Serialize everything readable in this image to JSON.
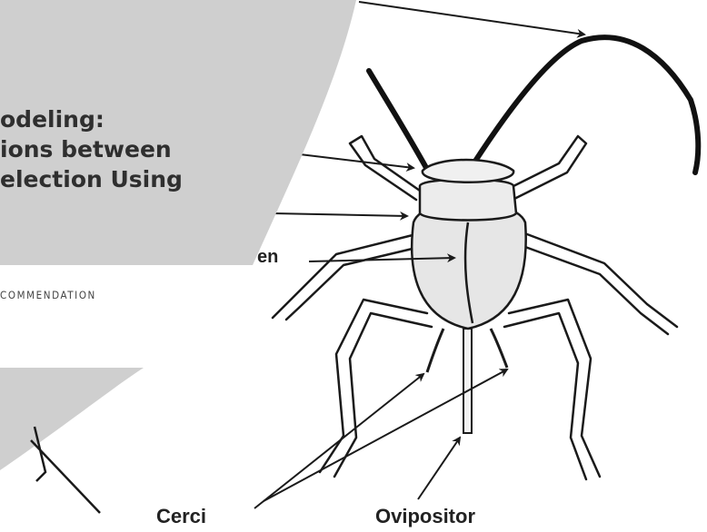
{
  "title_lines": [
    "odeling:",
    "ions between",
    "election Using"
  ],
  "tagline": "COMMENDATION",
  "labels": {
    "partial": "en",
    "cerci": "Cerci",
    "ovipositor": "Ovipositor"
  },
  "colors": {
    "panel_gray": "#cfcfcf",
    "title_text": "#2f2f2f",
    "line_art": "#1a1a1a",
    "wing_fill": "#e6e6e6"
  }
}
